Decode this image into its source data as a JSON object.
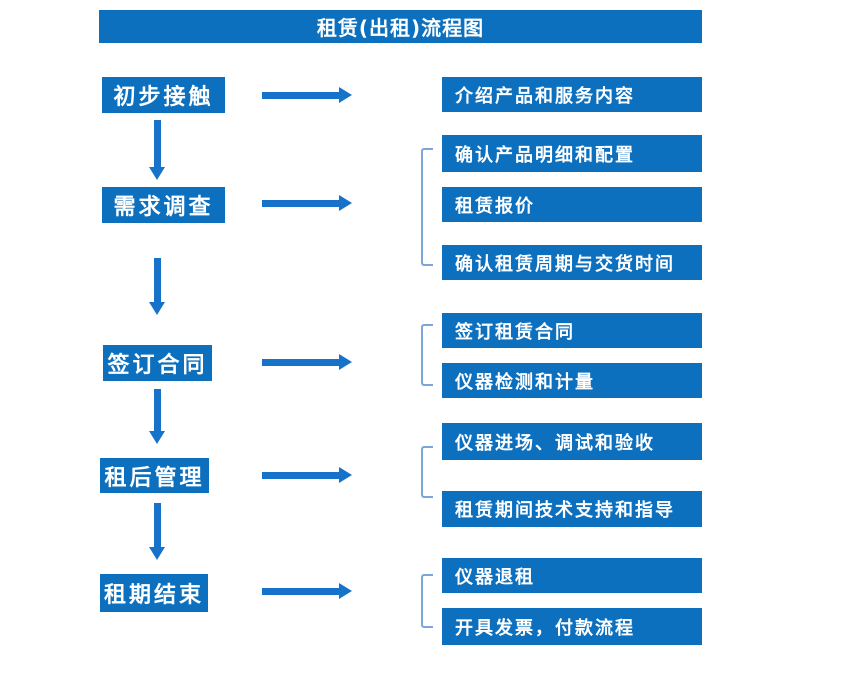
{
  "colors": {
    "box_blue": "#0d70bf",
    "arrow_blue": "#1673c9",
    "bracket_blue": "#7ba6d9",
    "text_white": "#ffffff",
    "page_bg": "#ffffff"
  },
  "flow": {
    "title": "租赁(出租)流程图",
    "steps": [
      {
        "label": "初步接触",
        "details": [
          "介绍产品和服务内容"
        ]
      },
      {
        "label": "需求调查",
        "details": [
          "确认产品明细和配置",
          "租赁报价",
          "确认租赁周期与交货时间"
        ]
      },
      {
        "label": "签订合同",
        "details": [
          "签订租赁合同",
          "仪器检测和计量"
        ]
      },
      {
        "label": "租后管理",
        "details": [
          "仪器进场、调试和验收",
          "租赁期间技术支持和指导"
        ]
      },
      {
        "label": "租期结束",
        "details": [
          "仪器退租",
          "开具发票，付款流程"
        ]
      }
    ]
  }
}
